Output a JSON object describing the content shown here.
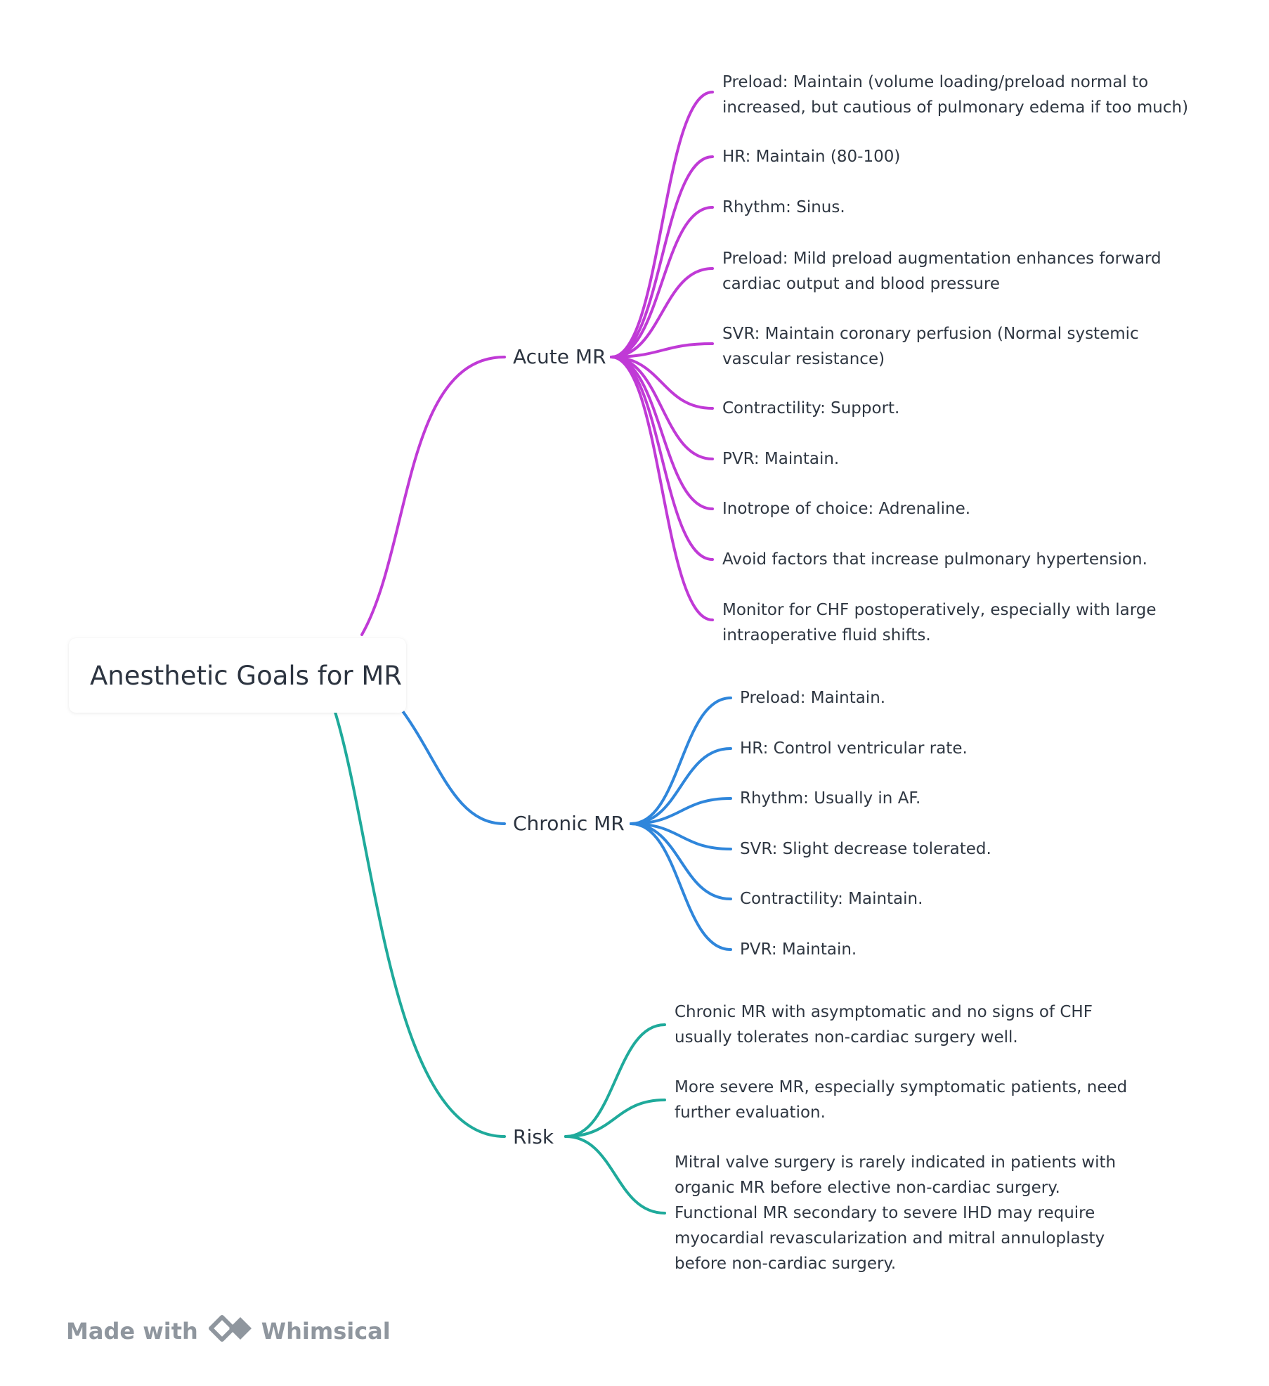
{
  "root": {
    "label": "Anesthetic Goals for MR"
  },
  "colors": {
    "acute": "#c03ad6",
    "chronic": "#2f86db",
    "risk": "#1faa9b",
    "footer": "#8f969e"
  },
  "branches": [
    {
      "id": "acute",
      "label": "Acute MR",
      "items": [
        "Preload: Maintain (volume loading/preload normal to\nincreased, but cautious of pulmonary edema if too much)",
        "HR: Maintain (80-100)",
        "Rhythm: Sinus.",
        "Preload: Mild preload augmentation enhances forward\ncardiac output and blood pressure",
        "SVR: Maintain coronary perfusion (Normal systemic\nvascular resistance)",
        "Contractility: Support.",
        "PVR: Maintain.",
        "Inotrope of choice: Adrenaline.",
        "Avoid factors that increase pulmonary hypertension.",
        "Monitor for CHF postoperatively, especially with large\nintraoperative fluid shifts."
      ]
    },
    {
      "id": "chronic",
      "label": "Chronic MR",
      "items": [
        "Preload: Maintain.",
        "HR: Control ventricular rate.",
        "Rhythm: Usually in AF.",
        "SVR: Slight decrease tolerated.",
        "Contractility: Maintain.",
        "PVR: Maintain."
      ]
    },
    {
      "id": "risk",
      "label": "Risk",
      "items": [
        "Chronic MR with asymptomatic and no signs of CHF\nusually tolerates non-cardiac surgery well.",
        "More severe MR, especially symptomatic patients, need\nfurther evaluation.",
        "Mitral valve surgery is rarely indicated in patients with\norganic MR before elective non-cardiac surgery.\nFunctional MR secondary to severe IHD may require\nmyocardial revascularization and mitral annuloplasty\nbefore non-cardiac surgery."
      ]
    }
  ],
  "footer": {
    "made_with": "Made with",
    "brand": "Whimsical",
    "logo_icon": "whimsical-logo-icon"
  }
}
